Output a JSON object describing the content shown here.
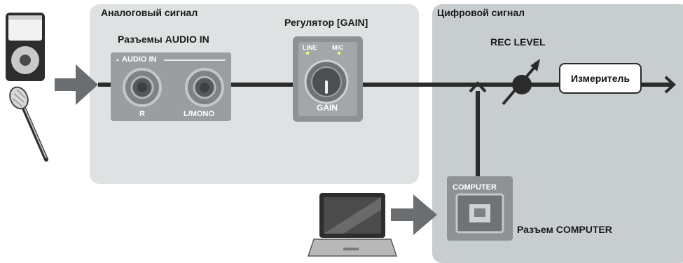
{
  "sections": {
    "analog": "Аналоговый сигнал",
    "digital": "Цифровой сигнал"
  },
  "parts": {
    "audio_in_jacks": "Разъемы AUDIO IN",
    "gain_knob": "Регулятор [GAIN]",
    "rec_level": "REC LEVEL",
    "meter": "Измеритель",
    "computer_port": "Разъем COMPUTER"
  },
  "panel_text": {
    "audio_in": "AUDIO IN",
    "jack_r": "R",
    "jack_l_mono": "L/MONO",
    "gain_line": "LINE",
    "gain_mic": "MIC",
    "gain": "GAIN",
    "computer": "COMPUTER"
  },
  "icons": [
    "audio-player-icon",
    "microphone-icon",
    "laptop-icon",
    "arrow-icon",
    "variable-resistor-icon"
  ],
  "colors": {
    "analog_panel": "#dfe2e3",
    "digital_panel": "#c8cdcf",
    "signal_line": "#2b2b2b",
    "arrow_gray": "#6b6e70",
    "device_panel": "#8e9294"
  }
}
